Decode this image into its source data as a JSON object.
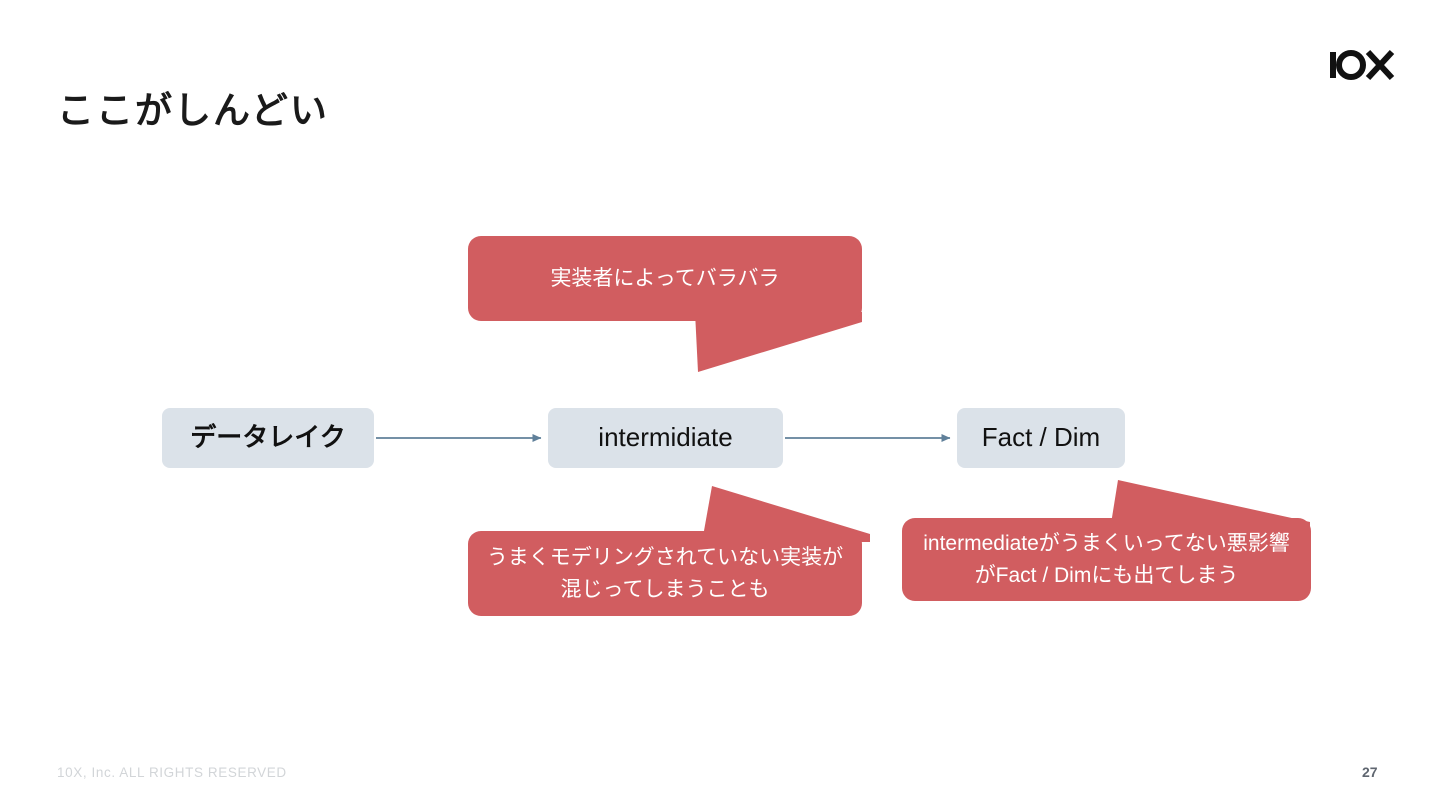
{
  "slide": {
    "title": "ここがしんどい",
    "page_number": "27",
    "copyright": "10X, Inc. ALL RIGHTS RESERVED",
    "logo_alt": "10X",
    "colors": {
      "callout_red": "#d15d60",
      "box_fill": "#dbe2e9",
      "arrow": "#60809a",
      "title_text": "#1a1a1a",
      "footer_text": "#d2d5d8",
      "page_number_text": "#5f6670",
      "background": "#ffffff"
    }
  },
  "flow": {
    "boxes": [
      {
        "id": "data-lake",
        "label": "データレイク"
      },
      {
        "id": "intermidiate",
        "label": "intermidiate"
      },
      {
        "id": "fact-dim",
        "label": "Fact / Dim"
      }
    ],
    "arrows": [
      {
        "from": "data-lake",
        "to": "intermidiate"
      },
      {
        "from": "intermidiate",
        "to": "fact-dim"
      }
    ]
  },
  "callouts": [
    {
      "id": "callout-top",
      "text": "実装者によってバラバラ",
      "points_to": "intermidiate",
      "tail_direction": "down"
    },
    {
      "id": "callout-bottom-left",
      "text": "うまくモデリングされていない実装が混じってしまうことも",
      "points_to": "intermidiate",
      "tail_direction": "up"
    },
    {
      "id": "callout-bottom-right",
      "text": "intermediateがうまくいってない悪影響がFact / Dimにも出てしまう",
      "points_to": "fact-dim",
      "tail_direction": "up-left"
    }
  ]
}
